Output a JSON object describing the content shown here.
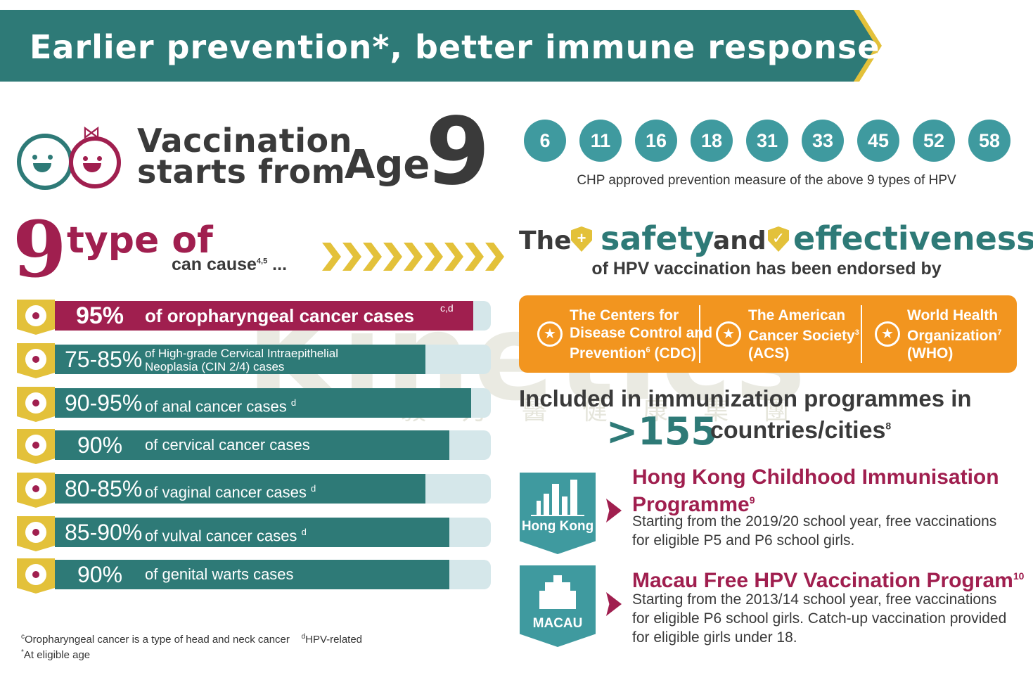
{
  "banner": {
    "title": "Earlier prevention*, better immune response",
    "title_sup": "3"
  },
  "vaccination": {
    "line1": "Vaccination",
    "line2": "starts from",
    "age_word": "Age",
    "age_num": "9"
  },
  "hpv": {
    "types": [
      "6",
      "11",
      "16",
      "18",
      "31",
      "33",
      "45",
      "52",
      "58"
    ],
    "caption": "CHP approved prevention measure of the above 9 types of HPV"
  },
  "cause": {
    "nine": "9",
    "type_of": "type of",
    "can_cause": "can cause",
    "can_cause_sup": "4,5",
    "ellipsis": "..."
  },
  "bars": [
    {
      "pct": "95%",
      "label": "of oropharyngeal cancer cases",
      "sup": "c,d",
      "fill": 0.96
    },
    {
      "pct": "75-85%",
      "label1": "of High-grade Cervical Intraepithelial",
      "label2": "Neoplasia (CIN 2/4) cases",
      "sup": "",
      "fill": 0.85
    },
    {
      "pct": "90-95%",
      "label": "of anal cancer cases",
      "sup": "d",
      "fill": 0.955
    },
    {
      "pct": "90%",
      "label": "of cervical cancer cases",
      "sup": "",
      "fill": 0.905
    },
    {
      "pct": "80-85%",
      "label": "of vaginal cancer cases",
      "sup": "d",
      "fill": 0.85
    },
    {
      "pct": "85-90%",
      "label": "of vulval cancer cases",
      "sup": "d",
      "fill": 0.905
    },
    {
      "pct": "90%",
      "label": "of genital warts cases",
      "sup": "",
      "fill": 0.905
    }
  ],
  "footnotes": {
    "c_mark": "c",
    "c_text": "Oropharyngeal cancer is a type of head and neck cancer",
    "d_mark": "d",
    "d_text": "HPV-related",
    "star_mark": "*",
    "star_text": "At eligible age"
  },
  "endorse": {
    "the": "The",
    "safety": "safety",
    "and": "and",
    "effectiveness": "effectiveness",
    "line2": "of HPV vaccination has been endorsed by",
    "orgs": [
      {
        "l1": "The Centers for",
        "l2": "Disease Control and",
        "l3": "Prevention",
        "sup": "6",
        "l3b": " (CDC)"
      },
      {
        "l1": "The American",
        "l2": "Cancer Society",
        "sup": "3",
        "l3": "(ACS)"
      },
      {
        "l1": "World Health",
        "l2": "Organization",
        "sup": "7",
        "l3": "(WHO)"
      }
    ]
  },
  "immunization": {
    "line1": "Included in immunization programmes in",
    "count": ">155",
    "countries": "countries/cities",
    "sup": "8"
  },
  "programmes": [
    {
      "badge": "Hong Kong",
      "title1": "Hong Kong Childhood Immunisation",
      "title2": "Programme",
      "sup": "9",
      "desc1": "Starting from the 2019/20 school year, free vaccinations",
      "desc2": "for eligible P5 and P6 school girls."
    },
    {
      "badge": "MACAU",
      "title1": "Macau Free HPV Vaccination Program",
      "sup": "10",
      "desc1": "Starting from the 2013/14 school year, free vaccinations",
      "desc2": "for eligible P6 school girls. Catch-up vaccination provided",
      "desc3": "for eligible girls under 18."
    }
  ],
  "watermark": {
    "brand": "Kinetics",
    "mark": "®",
    "sub": "毅 力 醫 健 康 集 團"
  },
  "colors": {
    "teal": "#2e7a77",
    "light_teal": "#3f9a9f",
    "magenta": "#a01f4f",
    "gold": "#e3c13a",
    "orange": "#f2951f"
  }
}
